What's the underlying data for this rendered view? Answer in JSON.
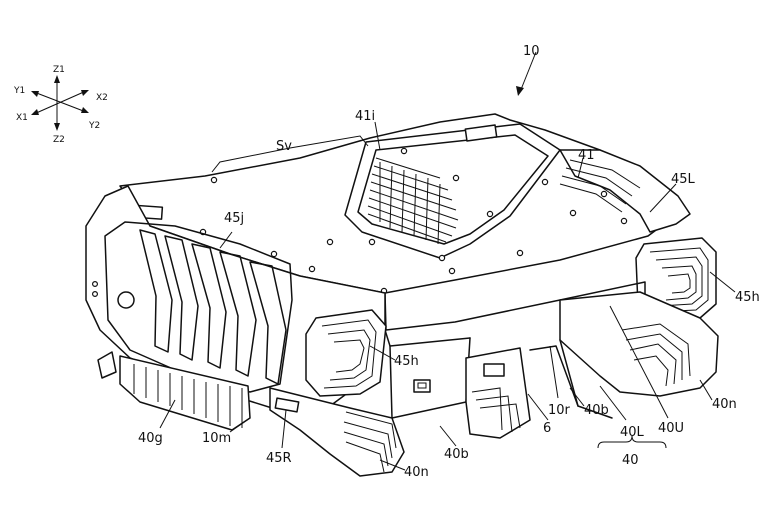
{
  "figure_number": "10",
  "axes": {
    "z1": "Z1",
    "z2": "Z2",
    "x1": "X1",
    "x2": "X2",
    "y1": "Y1",
    "y2": "Y2"
  },
  "labels": {
    "sv": "Sv",
    "l41i": "41i",
    "l41": "41",
    "l45L": "45L",
    "l45j": "45j",
    "l45h_right": "45h",
    "l45h_front": "45h",
    "l40g": "40g",
    "l10m": "10m",
    "l45R": "45R",
    "l40n_bottom": "40n",
    "l40b_front": "40b",
    "l6": "6",
    "l10r": "10r",
    "l40b_right": "40b",
    "l40L": "40L",
    "l40U": "40U",
    "l40n_right": "40n",
    "l40": "40"
  }
}
